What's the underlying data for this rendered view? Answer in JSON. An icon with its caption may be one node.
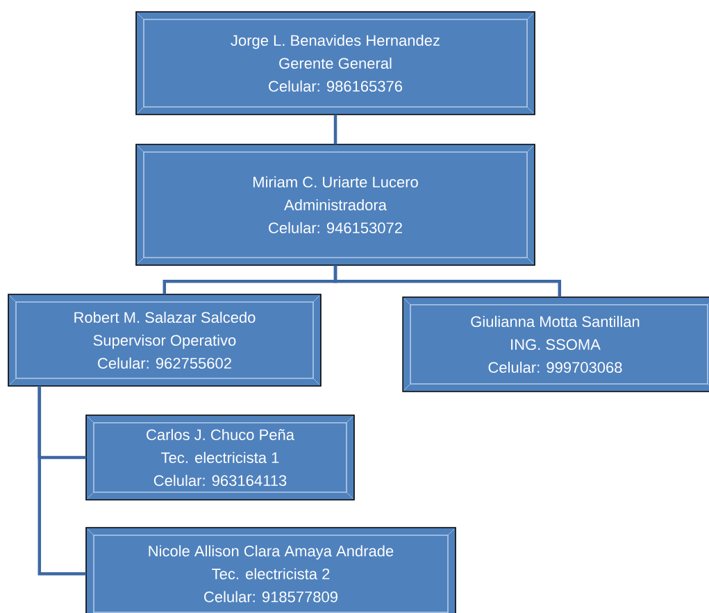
{
  "diagram": {
    "nodes": [
      {
        "text": [
          "Jorge L. Benavides Hernandez",
          "Gerente General",
          "Celular: 986165376"
        ]
      },
      {
        "text": [
          "Miriam C. Uriarte Lucero",
          "Administradora",
          "Celular: 946153072"
        ]
      },
      {
        "text": [
          "Robert M. Salazar Salcedo",
          "Supervisor Operativo",
          "Celular: 962755602"
        ]
      },
      {
        "text": [
          "Giulianna Motta Santillan",
          "ING. SSOMA",
          "Celular: 999703068"
        ]
      },
      {
        "text": [
          "Carlos J. Chuco Peña",
          "Tec. electricista 1",
          "Celular: 963164113"
        ]
      },
      {
        "text": [
          "Nicole Allison Clara Amaya Andrade",
          "Tec. electricista 2",
          "Celular: 918577809"
        ]
      }
    ],
    "edges": [
      {
        "from": 0,
        "to": 1,
        "arrow": "none"
      },
      {
        "from": 1,
        "to": 2,
        "arrow": "none"
      },
      {
        "from": 1,
        "to": 3,
        "arrow": "none"
      },
      {
        "from": 2,
        "to": 4,
        "arrow": "none"
      },
      {
        "from": 2,
        "to": 5,
        "arrow": "none"
      }
    ]
  }
}
